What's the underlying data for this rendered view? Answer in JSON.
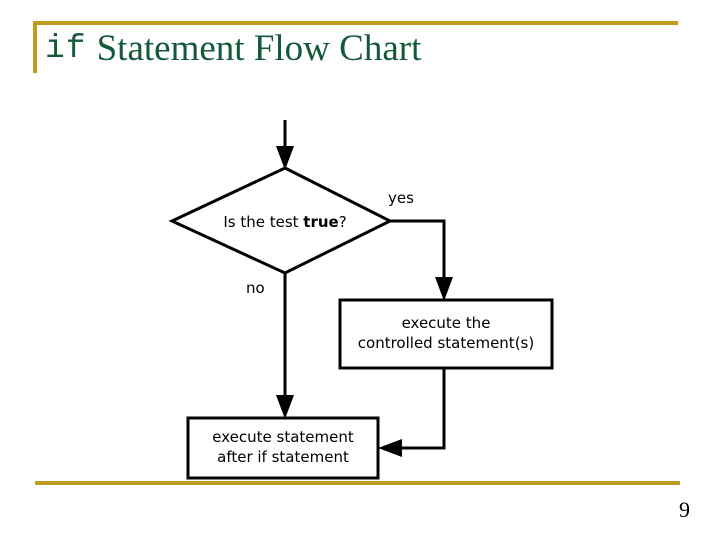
{
  "slide": {
    "title_mono": "if",
    "title_rest": "Statement Flow Chart",
    "page_number": "9",
    "accent_color": "#bf9b22",
    "title_color": "#14593a",
    "background_color": "#ffffff"
  },
  "chart_data": {
    "type": "diagram",
    "diagram_kind": "flowchart",
    "title": "if Statement Flow Chart",
    "nodes": [
      {
        "id": "entry",
        "shape": "arrow",
        "label": ""
      },
      {
        "id": "decision",
        "shape": "diamond",
        "label": "Is the test true?",
        "label_plain": "Is the test ",
        "label_bold": "true",
        "label_tail": "?"
      },
      {
        "id": "controlled",
        "shape": "rectangle",
        "line1": "execute the",
        "line2": "controlled statement(s)"
      },
      {
        "id": "after",
        "shape": "rectangle",
        "line1": "execute statement",
        "line2": "after if statement"
      }
    ],
    "edges": [
      {
        "from": "entry",
        "to": "decision",
        "label": ""
      },
      {
        "from": "decision",
        "to": "controlled",
        "label": "yes"
      },
      {
        "from": "decision",
        "to": "after",
        "label": "no"
      },
      {
        "from": "controlled",
        "to": "after",
        "label": ""
      }
    ],
    "labels": {
      "yes": "yes",
      "no": "no"
    },
    "stroke_color": "#000000",
    "fill_color": "#ffffff"
  }
}
